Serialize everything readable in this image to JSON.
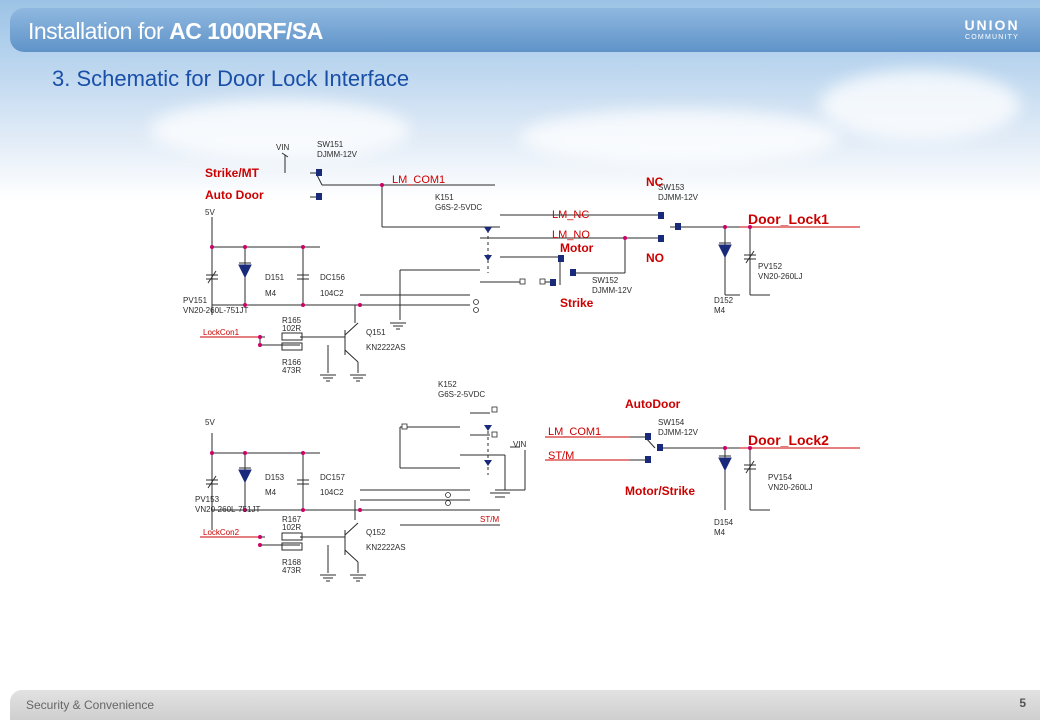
{
  "header": {
    "title_prefix": "Installation for ",
    "title_model": "AC 1000RF/SA",
    "logo_main": "UNION",
    "logo_sub": "COMMUNITY"
  },
  "subtitle": "3. Schematic for Door Lock Interface",
  "footer": {
    "tagline": "Security & Convenience",
    "page": "5"
  },
  "colors": {
    "wire": "#2b2b2b",
    "part": "#1a2a7a",
    "net": "#cc0000",
    "node": "#cc0066",
    "title": "#1a4fa8"
  },
  "schematic": {
    "top": {
      "vin": "VIN",
      "sw151": "SW151",
      "sw151_type": "DJMM-12V",
      "strike_mt": "Strike/MT",
      "auto_door": "Auto Door",
      "lm_com1": "LM_COM1",
      "nc": "NC",
      "no": "NO",
      "sw153": "SW153",
      "sw153_type": "DJMM-12V",
      "door_lock1": "Door_Lock1",
      "k151": "K151",
      "k151_type": "G6S-2-5VDC",
      "lm_nc": "LM_NC",
      "lm_no": "LM_NO",
      "motor": "Motor",
      "strike": "Strike",
      "sw152": "SW152",
      "sw152_type": "DJMM-12V",
      "v5": "5V",
      "d151": "D151",
      "d151_type": "M4",
      "dc156": "DC156",
      "dc156_val": "104C2",
      "pv151": "PV151",
      "pv151_type": "VN20-260L-751JT",
      "r165": "R165",
      "r165_val": "102R",
      "r166": "R166",
      "r166_val": "473R",
      "q151": "Q151",
      "q151_type": "KN2222AS",
      "lockcon1": "LockCon1",
      "pv152": "PV152",
      "pv152_type": "VN20-260LJ",
      "d152": "D152",
      "d152_type": "M4"
    },
    "bottom": {
      "k152": "K152",
      "k152_type": "G6S-2-5VDC",
      "v5": "5V",
      "d153": "D153",
      "d153_type": "M4",
      "dc157": "DC157",
      "dc157_val": "104C2",
      "pv153": "PV153",
      "pv153_type": "VN20-260L-751JT",
      "r167": "R167",
      "r167_val": "102R",
      "r168": "R168",
      "r168_val": "473R",
      "q152": "Q152",
      "q152_type": "KN2222AS",
      "lockcon2": "LockCon2",
      "vin": "VIN",
      "st_m": "ST/M",
      "autodoor": "AutoDoor",
      "lm_com1": "LM_COM1",
      "sw154": "SW154",
      "sw154_type": "DJMM-12V",
      "st_m2": "ST/M",
      "motor_strike": "Motor/Strike",
      "door_lock2": "Door_Lock2",
      "pv154": "PV154",
      "pv154_type": "VN20-260LJ",
      "d154": "D154",
      "d154_type": "M4"
    }
  }
}
